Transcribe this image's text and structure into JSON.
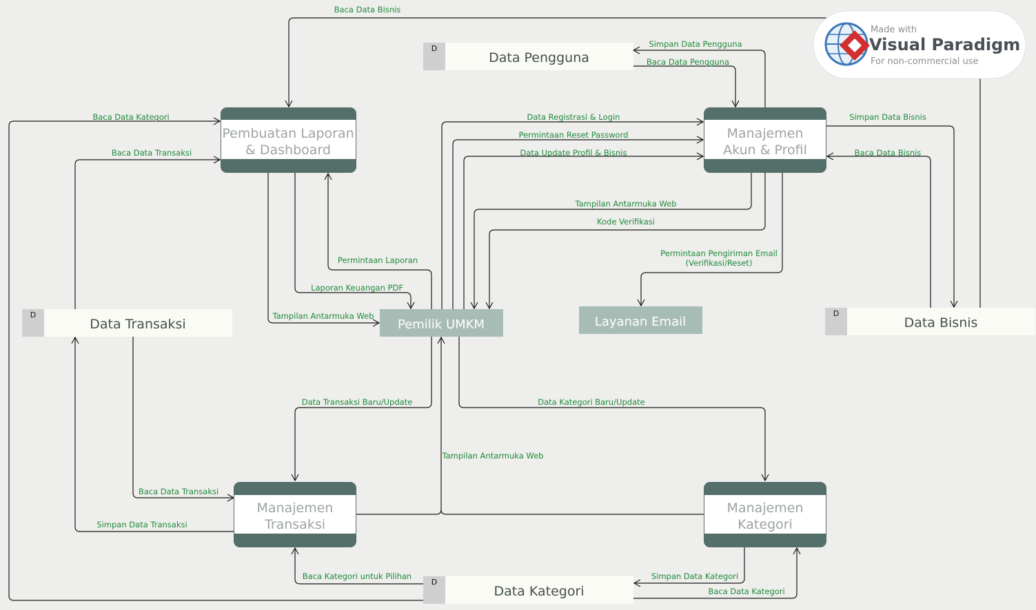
{
  "watermark": {
    "line1": "Made with",
    "line2": "Visual Paradigm",
    "line3": "For non-commercial use"
  },
  "processes": {
    "laporan": "Pembuatan Laporan\n& Dashboard",
    "akun": "Manajemen\nAkun & Profil",
    "transaksi": "Manajemen\nTransaksi",
    "kategori": "Manajemen\nKategori"
  },
  "external": {
    "pemilik": "Pemilik UMKM",
    "email": "Layanan Email"
  },
  "stores": {
    "marker": "D",
    "pengguna": "Data Pengguna",
    "transaksi": "Data Transaksi",
    "bisnis": "Data Bisnis",
    "kategori": "Data Kategori"
  },
  "flows": {
    "baca_data_bisnis_top": "Baca Data Bisnis",
    "simpan_data_pengguna": "Simpan Data Pengguna",
    "baca_data_pengguna": "Baca Data Pengguna",
    "baca_data_kategori_laporan": "Baca Data Kategori",
    "baca_data_transaksi_laporan": "Baca Data Transaksi",
    "data_registrasi": "Data Registrasi & Login",
    "reset_password": "Permintaan Reset Password",
    "update_profil": "Data Update Profil & Bisnis",
    "simpan_data_bisnis": "Simpan Data Bisnis",
    "baca_data_bisnis_akun": "Baca Data Bisnis",
    "tampilan_akun": "Tampilan Antarmuka Web",
    "kode_verifikasi": "Kode Verifikasi",
    "permintaan_email": "Permintaan Pengiriman Email",
    "permintaan_email_2": "(Verifikasi/Reset)",
    "permintaan_laporan": "Permintaan Laporan",
    "laporan_pdf": "Laporan Keuangan PDF",
    "tampilan_laporan": "Tampilan Antarmuka Web",
    "transaksi_baru": "Data Transaksi Baru/Update",
    "kategori_baru": "Data Kategori Baru/Update",
    "tampilan_bawah": "Tampilan Antarmuka Web",
    "baca_transaksi_mt": "Baca Data Transaksi",
    "simpan_transaksi": "Simpan Data Transaksi",
    "baca_kategori_pilihan": "Baca Kategori untuk Pilihan",
    "simpan_kategori": "Simpan Data Kategori",
    "baca_kategori_mk": "Baca Data Kategori"
  }
}
